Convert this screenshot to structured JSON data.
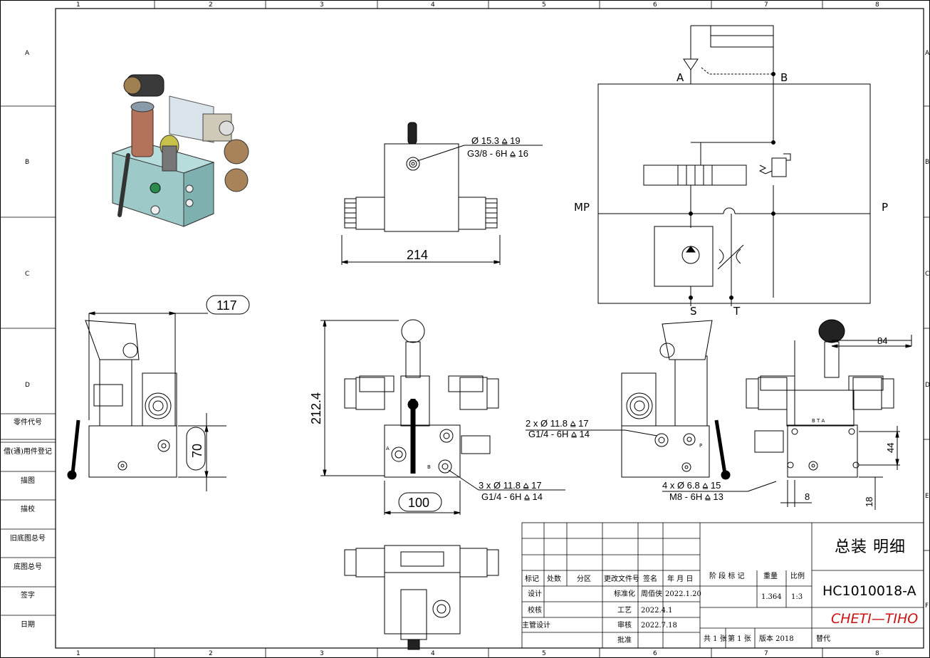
{
  "border": {
    "cols": [
      "1",
      "2",
      "3",
      "4",
      "5",
      "6",
      "7",
      "8"
    ],
    "rows": [
      "A",
      "B",
      "C",
      "D",
      "E",
      "F"
    ]
  },
  "side_block": [
    "零件代号",
    "借(通)用件登记",
    "描图",
    "描校",
    "旧底图总号",
    "底图总号",
    "签字",
    "日期"
  ],
  "top_view": {
    "callout_line1": "Ø 15.3 ⩠ 19",
    "callout_line2": "G3/8 - 6H ⩠ 16",
    "width": "214"
  },
  "left_view": {
    "width_balloon": "117",
    "height_balloon": "70"
  },
  "front_view": {
    "height": "212.4",
    "width_balloon": "100",
    "callout_line1": "3 x Ø 11.8 ⩠ 17",
    "callout_line2": "G1/4 - 6H ⩠ 14",
    "port_a": "A",
    "port_b": "B"
  },
  "rear_view": {
    "callout_a_line1": "2 x Ø 11.8 ⩠ 17",
    "callout_a_line2": "G1/4 - 6H ⩠ 14",
    "callout_b_line1": "4 x Ø 6.8 ⩠ 15",
    "callout_b_line2": "M8 - 6H ⩠ 13",
    "port_p": "P"
  },
  "side_right_view": {
    "dim_84": "84",
    "dim_44": "44",
    "dim_8": "8",
    "dim_18": "18",
    "port_labels": "B T A"
  },
  "schematic": {
    "label_a": "A",
    "label_b": "B",
    "label_mp": "MP",
    "label_p": "P",
    "label_s": "S",
    "label_t": "T"
  },
  "title_block": {
    "title": "总装 明细",
    "drawing_no": "HC1010018-A",
    "company": "CHETI—TIHO",
    "col_headers": [
      "标记",
      "处数",
      "分区",
      "更改文件号",
      "签名",
      "年 月 日"
    ],
    "stage_mark": "阶 段 标 记",
    "weight_label": "重量",
    "scale_label": "比例",
    "weight_value": "1.364",
    "scale_value": "1:3",
    "rows": [
      {
        "role": "设计",
        "role2": "标准化",
        "name": "周佰侠",
        "date": "2022.1.20"
      },
      {
        "role": "校核",
        "role2": "工艺",
        "name": "",
        "date": "2022.4.1"
      },
      {
        "role": "主管设计",
        "role2": "审核",
        "name": "",
        "date": "2022.7.18"
      },
      {
        "role": "",
        "role2": "批准",
        "name": "",
        "date": ""
      }
    ],
    "sheet_total": "共 1 张",
    "sheet_num": "第 1 张",
    "version": "版本 2018",
    "replace": "替代"
  }
}
